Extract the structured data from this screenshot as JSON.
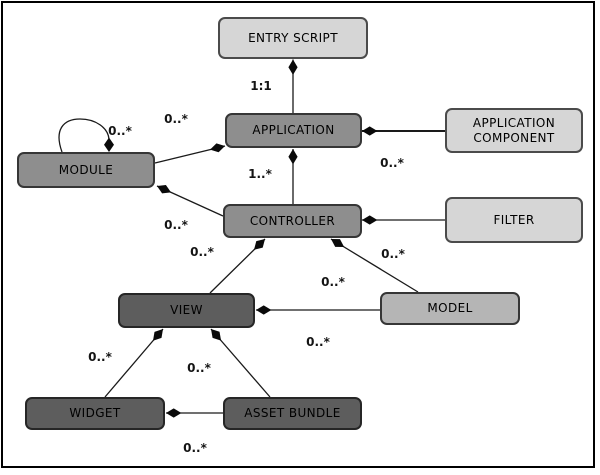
{
  "diagram": {
    "type": "uml-composition-diagram",
    "boxes": {
      "entry_script": "ENTRY SCRIPT",
      "application": "APPLICATION",
      "application_component": "APPLICATION COMPONENT",
      "module": "MODULE",
      "controller": "CONTROLLER",
      "filter": "FILTER",
      "view": "VIEW",
      "model": "MODEL",
      "widget": "WIDGET",
      "asset_bundle": "ASSET BUNDLE"
    },
    "multiplicities": {
      "entry_script_application": "1:1",
      "module_self": "0..*",
      "module_application": "0..*",
      "application_component_link": "0..*",
      "application_controller": "1..*",
      "module_controller": "0..*",
      "controller_view": "0..*",
      "controller_model": "0..*",
      "view_model_upper": "0..*",
      "view_model_lower": "0..*",
      "view_widget": "0..*",
      "view_asset_bundle": "0..*",
      "widget_asset_bundle": "0..*"
    },
    "associations": [
      {
        "from": "entry_script",
        "to": "application",
        "diamond_at": "entry_script",
        "multiplicity": "1:1"
      },
      {
        "from": "application",
        "to": "application_component",
        "diamond_at": "application",
        "multiplicity": "0..*"
      },
      {
        "from": "application",
        "to": "module",
        "diamond_at": "application",
        "multiplicity": "0..*"
      },
      {
        "from": "module",
        "to": "module",
        "diamond_at": "module",
        "multiplicity": "0..*"
      },
      {
        "from": "application",
        "to": "controller",
        "diamond_at": "application",
        "multiplicity": "1..*"
      },
      {
        "from": "module",
        "to": "controller",
        "diamond_at": "module",
        "multiplicity": "0..*"
      },
      {
        "from": "controller",
        "to": "filter",
        "diamond_at": "controller",
        "multiplicity": ""
      },
      {
        "from": "controller",
        "to": "view",
        "diamond_at": "controller",
        "multiplicity": "0..*"
      },
      {
        "from": "controller",
        "to": "model",
        "diamond_at": "controller",
        "multiplicity": "0..*"
      },
      {
        "from": "view",
        "to": "model",
        "diamond_at": "view",
        "multiplicity": "0..*"
      },
      {
        "from": "view",
        "to": "widget",
        "diamond_at": "view",
        "multiplicity": "0..*"
      },
      {
        "from": "view",
        "to": "asset_bundle",
        "diamond_at": "view",
        "multiplicity": "0..*"
      },
      {
        "from": "widget",
        "to": "asset_bundle",
        "diamond_at": "widget",
        "multiplicity": "0..*"
      }
    ],
    "colors": {
      "box_light": "#d6d6d6",
      "box_medium": "#8e8e8e",
      "box_medium_light": "#b5b5b5",
      "box_dark": "#5d5d5d",
      "line": "#1a1a1a",
      "background": "#ffffff"
    }
  }
}
